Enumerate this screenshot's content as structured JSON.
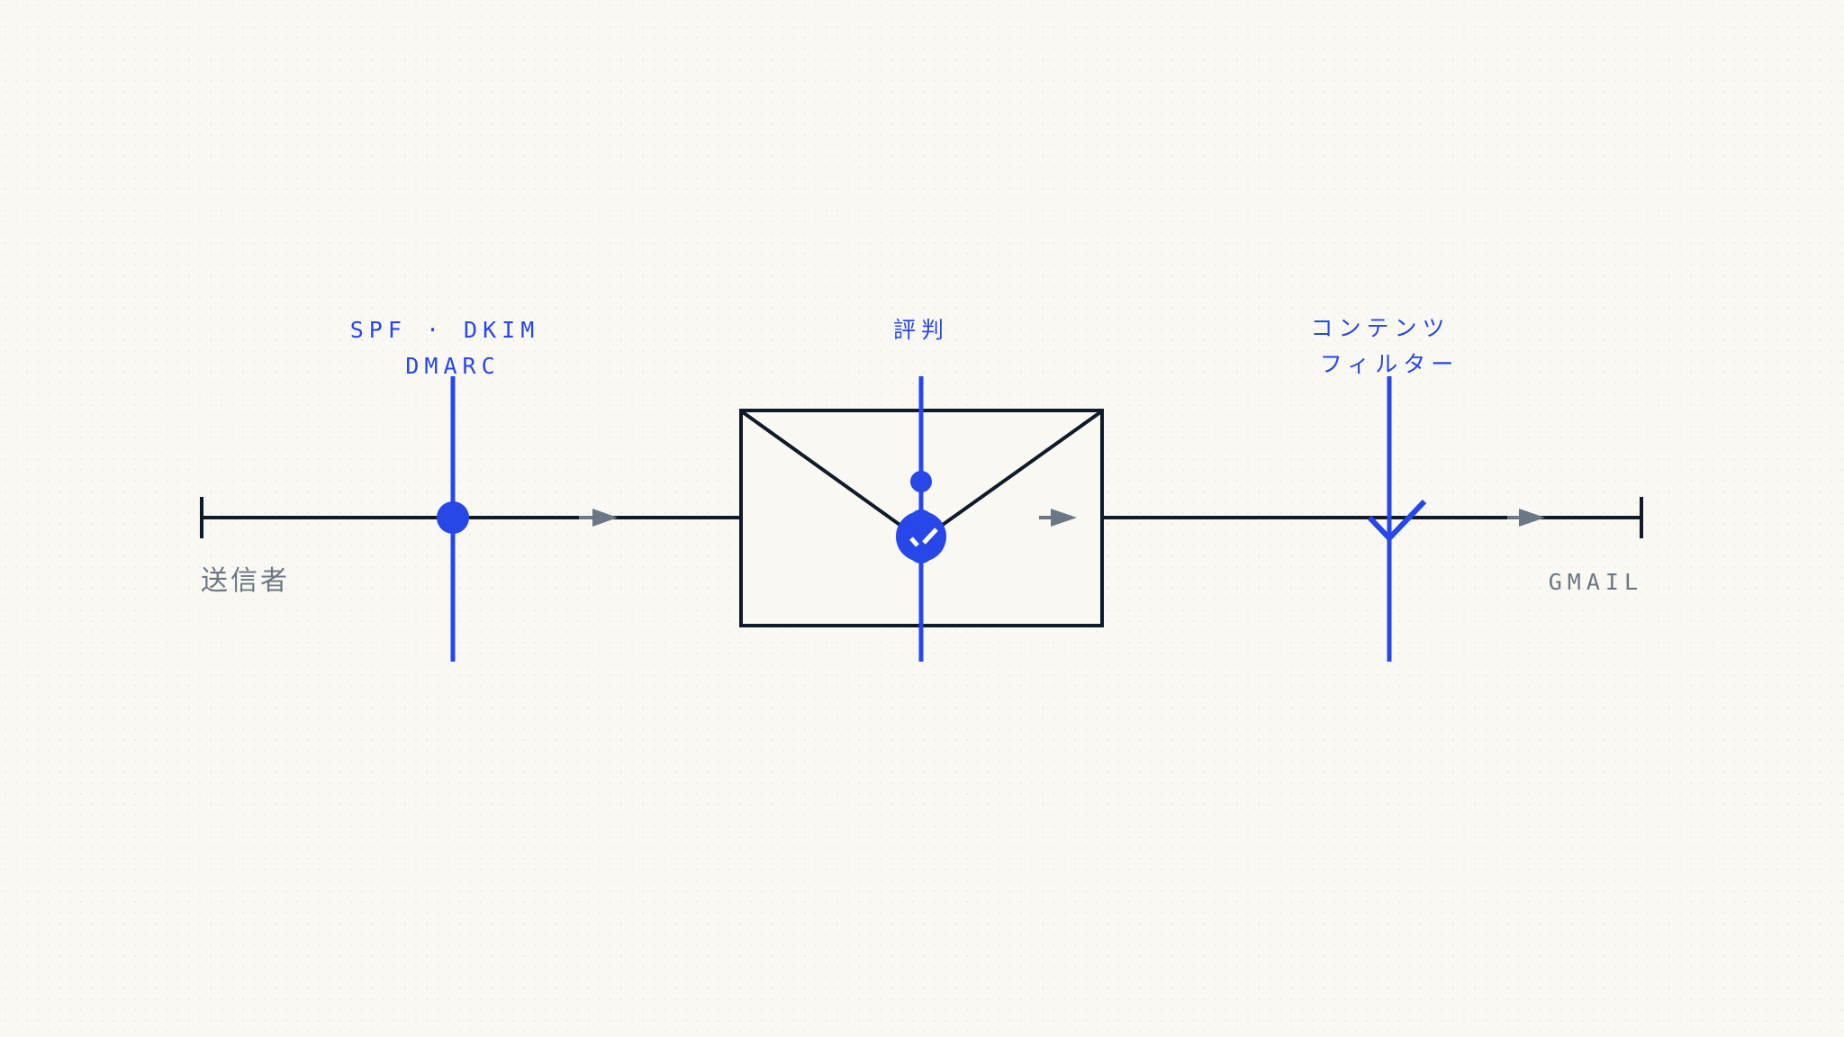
{
  "colors": {
    "accent": "#2747e8",
    "line": "#0f1b2a",
    "muted": "#6b7785",
    "background": "#f9f8f3"
  },
  "endpoints": {
    "sender": "送信者",
    "receiver": "GMAIL"
  },
  "checkpoints": [
    {
      "label_lines": [
        "SPF · DKIM",
        "DMARC"
      ],
      "icon": "dot-icon"
    },
    {
      "label_lines": [
        "評判"
      ],
      "icon": "envelope-check-icon"
    },
    {
      "label_lines": [
        "コンテンツ",
        "フィルター"
      ],
      "icon": "filter-check-icon"
    }
  ]
}
